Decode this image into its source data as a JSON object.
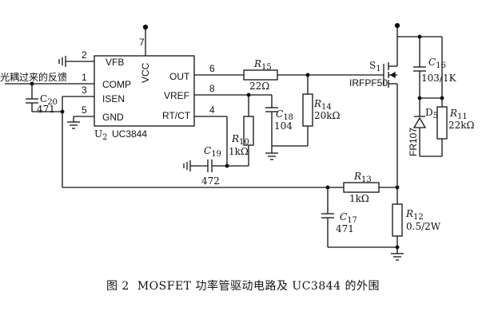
{
  "chip": {
    "name": "UC3844",
    "ref": "U",
    "ref_sub": "2",
    "pins": {
      "vfb": "VFB",
      "comp": "COMP",
      "isen": "ISEN",
      "gnd": "GND",
      "out": "OUT",
      "vref": "VREF",
      "rtct": "RT/CT",
      "vcc": "VCC"
    },
    "pin_numbers": {
      "p2": "2",
      "p1": "1",
      "p3": "3",
      "p5": "5",
      "p6": "6",
      "p8": "8",
      "p4": "4",
      "p7": "7"
    }
  },
  "input_label": "光耦过来的反馈",
  "components": {
    "c20": {
      "ref": "C",
      "sub": "20",
      "value": "471"
    },
    "r15": {
      "ref": "R",
      "sub": "15",
      "value": "22Ω"
    },
    "r14": {
      "ref": "R",
      "sub": "14",
      "value": "20kΩ"
    },
    "c18": {
      "ref": "C",
      "sub": "18",
      "value": "104"
    },
    "r10": {
      "ref": "R",
      "sub": "10",
      "value": "1kΩ"
    },
    "c19": {
      "ref": "C",
      "sub": "19",
      "value": "472"
    },
    "s1": {
      "ref": "S",
      "sub": "1",
      "part": "IRFPF50"
    },
    "c16": {
      "ref": "C",
      "sub": "16",
      "value": "103/1K"
    },
    "d5": {
      "ref": "D",
      "sub": "5",
      "part": "FR107"
    },
    "r11": {
      "ref": "R",
      "sub": "11",
      "value": "22kΩ"
    },
    "r13": {
      "ref": "R",
      "sub": "13",
      "value": "1kΩ"
    },
    "c17": {
      "ref": "C",
      "sub": "17",
      "value": "471"
    },
    "r12": {
      "ref": "R",
      "sub": "12",
      "value": "0.5/2W"
    }
  },
  "caption": {
    "figure": "图 2",
    "text": "MOSFET 功率管驱动电路及 UC3844 的外围"
  }
}
